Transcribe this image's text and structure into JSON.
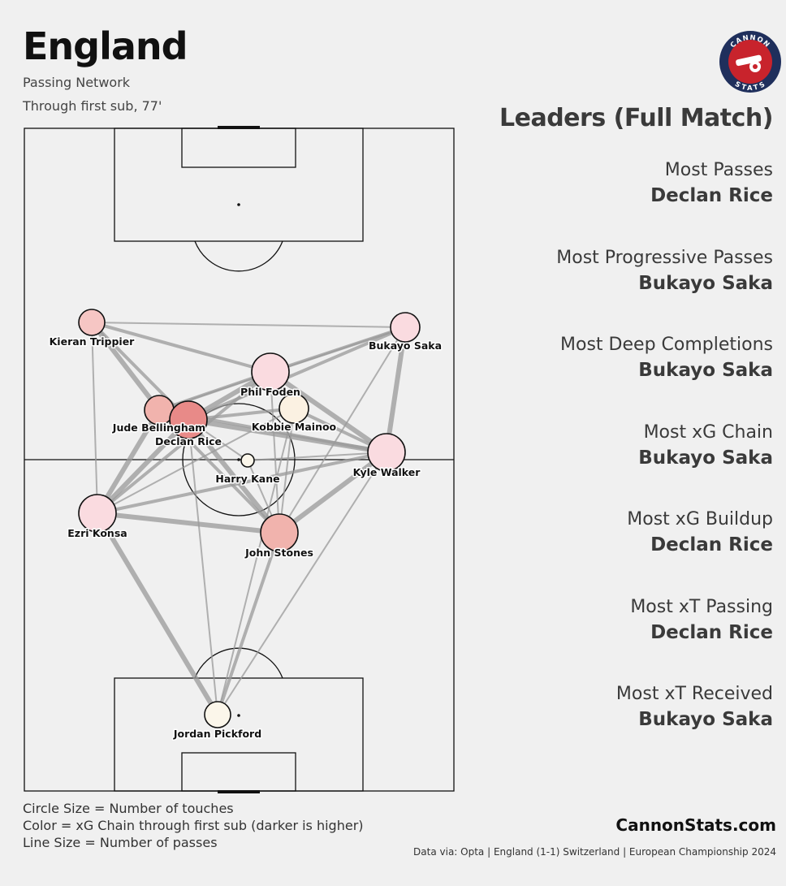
{
  "header": {
    "title": "England",
    "subtitle": "Passing Network",
    "period": "Through first sub, 77'"
  },
  "logo": {
    "top_text": "CANNON",
    "bottom_text": "STATS",
    "icon": "cannon-icon"
  },
  "colors": {
    "background": "#f0f0f0",
    "pitch_lines": "#111111",
    "pass_lines": "#9a9a9a",
    "node_scale_low": "#fbf3e8",
    "node_scale_high": "#e88a88",
    "logo_ring": "#1f2f5c",
    "logo_fill": "#c8232c"
  },
  "network": {
    "players": [
      {
        "name": "Kieran Trippier",
        "touches": "low",
        "xg_chain": "medium"
      },
      {
        "name": "Bukayo Saka",
        "touches": "medium",
        "xg_chain": "low-medium"
      },
      {
        "name": "Phil Foden",
        "touches": "high",
        "xg_chain": "low-medium"
      },
      {
        "name": "Jude Bellingham",
        "touches": "medium",
        "xg_chain": "medium-high"
      },
      {
        "name": "Declan Rice",
        "touches": "high",
        "xg_chain": "high"
      },
      {
        "name": "Kobbie Mainoo",
        "touches": "medium",
        "xg_chain": "low"
      },
      {
        "name": "Harry Kane",
        "touches": "very low",
        "xg_chain": "very low"
      },
      {
        "name": "Kyle Walker",
        "touches": "high",
        "xg_chain": "low-medium"
      },
      {
        "name": "Ezri Konsa",
        "touches": "high",
        "xg_chain": "low-medium"
      },
      {
        "name": "John Stones",
        "touches": "high",
        "xg_chain": "medium-high"
      },
      {
        "name": "Jordan Pickford",
        "touches": "low",
        "xg_chain": "very low"
      }
    ],
    "passes": [
      {
        "from": "Kieran Trippier",
        "to": "Jude Bellingham",
        "volume": "high"
      },
      {
        "from": "Kieran Trippier",
        "to": "Declan Rice",
        "volume": "medium"
      },
      {
        "from": "Kieran Trippier",
        "to": "Phil Foden",
        "volume": "medium"
      },
      {
        "from": "Kieran Trippier",
        "to": "Bukayo Saka",
        "volume": "low"
      },
      {
        "from": "Kieran Trippier",
        "to": "Ezri Konsa",
        "volume": "low"
      },
      {
        "from": "Bukayo Saka",
        "to": "Phil Foden",
        "volume": "medium"
      },
      {
        "from": "Bukayo Saka",
        "to": "Kyle Walker",
        "volume": "high"
      },
      {
        "from": "Bukayo Saka",
        "to": "Declan Rice",
        "volume": "medium"
      },
      {
        "from": "Bukayo Saka",
        "to": "Jude Bellingham",
        "volume": "low"
      },
      {
        "from": "Bukayo Saka",
        "to": "John Stones",
        "volume": "low"
      },
      {
        "from": "Phil Foden",
        "to": "Declan Rice",
        "volume": "high"
      },
      {
        "from": "Phil Foden",
        "to": "Jude Bellingham",
        "volume": "medium"
      },
      {
        "from": "Phil Foden",
        "to": "Kyle Walker",
        "volume": "high"
      },
      {
        "from": "Phil Foden",
        "to": "Kobbie Mainoo",
        "volume": "low"
      },
      {
        "from": "Phil Foden",
        "to": "Ezri Konsa",
        "volume": "medium"
      },
      {
        "from": "Phil Foden",
        "to": "John Stones",
        "volume": "low"
      },
      {
        "from": "Declan Rice",
        "to": "Kobbie Mainoo",
        "volume": "medium"
      },
      {
        "from": "Declan Rice",
        "to": "Kyle Walker",
        "volume": "high"
      },
      {
        "from": "Declan Rice",
        "to": "Ezri Konsa",
        "volume": "high"
      },
      {
        "from": "Declan Rice",
        "to": "John Stones",
        "volume": "high"
      },
      {
        "from": "Declan Rice",
        "to": "Jordan Pickford",
        "volume": "low"
      },
      {
        "from": "Jude Bellingham",
        "to": "Ezri Konsa",
        "volume": "high"
      },
      {
        "from": "Jude Bellingham",
        "to": "Kyle Walker",
        "volume": "medium"
      },
      {
        "from": "Jude Bellingham",
        "to": "John Stones",
        "volume": "medium"
      },
      {
        "from": "Kobbie Mainoo",
        "to": "Kyle Walker",
        "volume": "medium"
      },
      {
        "from": "Kobbie Mainoo",
        "to": "John Stones",
        "volume": "low"
      },
      {
        "from": "Kobbie Mainoo",
        "to": "Ezri Konsa",
        "volume": "low"
      },
      {
        "from": "Harry Kane",
        "to": "Declan Rice",
        "volume": "low"
      },
      {
        "from": "Harry Kane",
        "to": "Kyle Walker",
        "volume": "low"
      },
      {
        "from": "Harry Kane",
        "to": "John Stones",
        "volume": "low"
      },
      {
        "from": "Kyle Walker",
        "to": "John Stones",
        "volume": "high"
      },
      {
        "from": "Kyle Walker",
        "to": "Ezri Konsa",
        "volume": "medium"
      },
      {
        "from": "Kyle Walker",
        "to": "Jordan Pickford",
        "volume": "low"
      },
      {
        "from": "Ezri Konsa",
        "to": "John Stones",
        "volume": "high"
      },
      {
        "from": "Ezri Konsa",
        "to": "Jordan Pickford",
        "volume": "high"
      },
      {
        "from": "John Stones",
        "to": "Jordan Pickford",
        "volume": "medium"
      },
      {
        "from": "Jordan Pickford",
        "to": "Kobbie Mainoo",
        "volume": "low"
      }
    ]
  },
  "leaders": {
    "heading": "Leaders (Full Match)",
    "items": [
      {
        "label": "Most Passes",
        "player": "Declan Rice"
      },
      {
        "label": "Most Progressive Passes",
        "player": "Bukayo Saka"
      },
      {
        "label": "Most Deep Completions",
        "player": "Bukayo Saka"
      },
      {
        "label": "Most xG Chain",
        "player": "Bukayo Saka"
      },
      {
        "label": "Most xG Buildup",
        "player": "Declan Rice"
      },
      {
        "label": "Most xT Passing",
        "player": "Declan Rice"
      },
      {
        "label": "Most xT Received",
        "player": "Bukayo Saka"
      }
    ]
  },
  "legend": {
    "circle": "Circle Size = Number of touches",
    "color": "Color = xG Chain through first sub (darker is higher)",
    "line": "Line Size = Number of passes"
  },
  "footer": {
    "site": "CannonStats.com",
    "source": "Data via: Opta | England (1-1) Switzerland | European Championship 2024"
  }
}
